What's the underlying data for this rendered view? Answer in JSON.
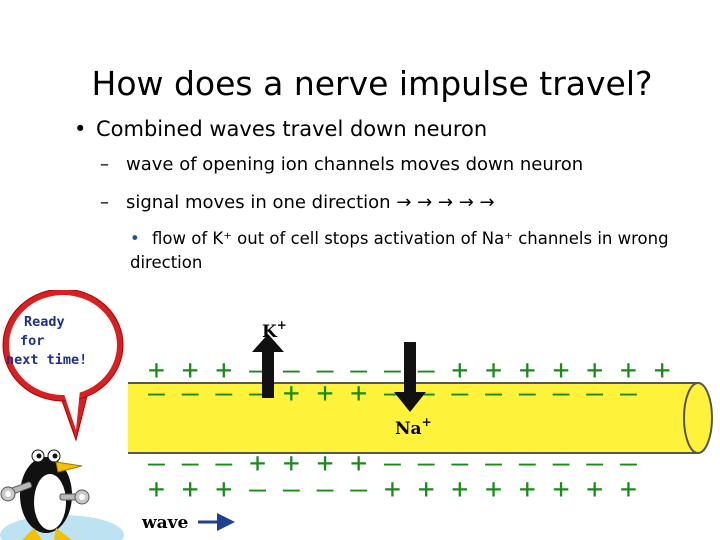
{
  "title": "How does a nerve impulse travel?",
  "bullets": {
    "b1": "Combined waves travel down neuron",
    "b2": "wave of opening ion channels moves down neuron",
    "b3": "signal moves in one direction",
    "b3_arrows": "→ → → → →",
    "b4": "flow of K⁺ out of cell stops activation of Na⁺ channels in wrong direction"
  },
  "cartoon": {
    "line1": "Ready",
    "line2": "for",
    "line3": "next time!"
  },
  "ions": {
    "k_symbol": "K",
    "na_symbol": "Na",
    "charge_sign": "+"
  },
  "wave_label": "wave",
  "membrane": {
    "top_outer": "+ + + – – – – – – + + + + + + +",
    "top_inner": "– – – – + + + – – – – – – – –",
    "bottom_inner": "– – – + + + + – – – – – – – –",
    "bottom_outer": "+ + + – – – – + + + + + + + +"
  },
  "colors": {
    "axon_fill": "#fff23b",
    "axon_stroke": "#555555",
    "charge": "#1a8a1a",
    "bubble": "#d92020",
    "wave_arrow": "#1f3f8f"
  }
}
